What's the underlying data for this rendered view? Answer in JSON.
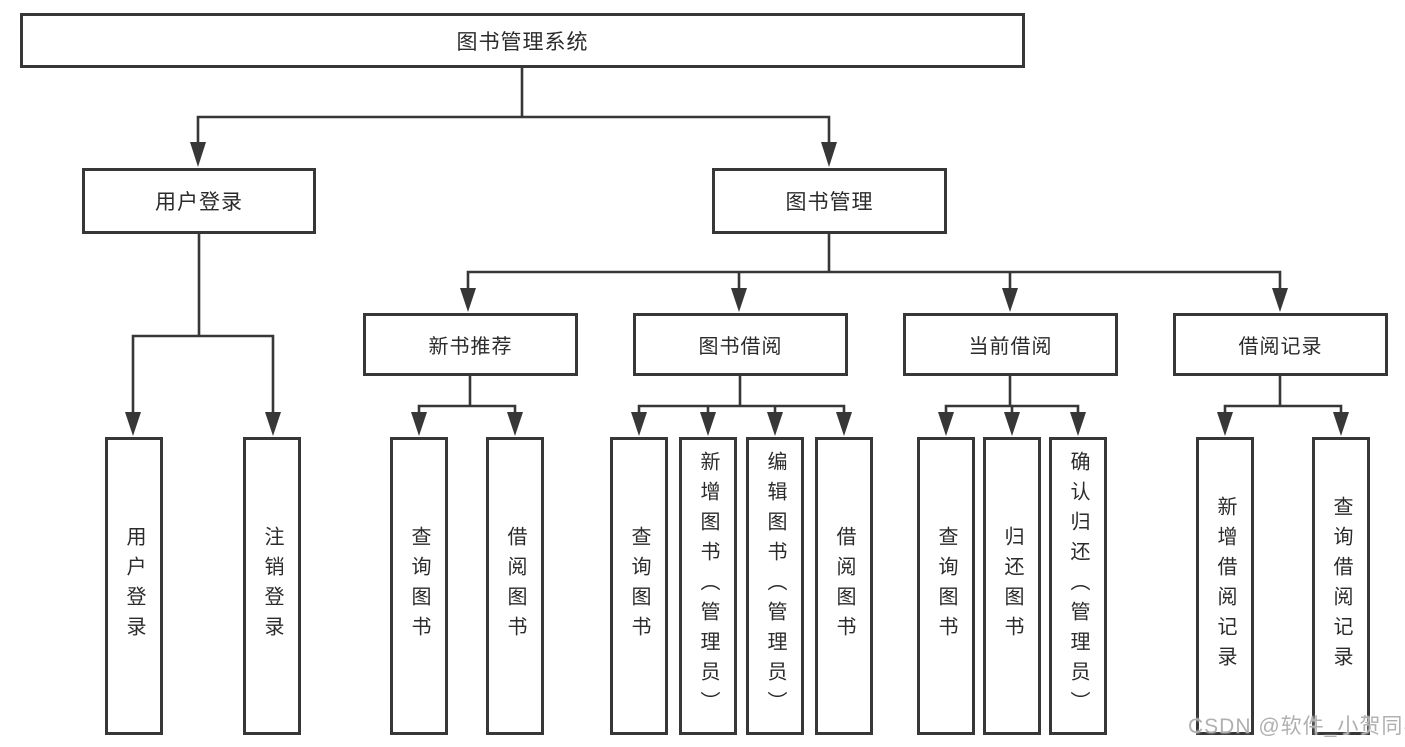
{
  "diagram": {
    "root": {
      "label": "图书管理系统"
    },
    "branches": [
      {
        "label": "用户登录",
        "children": [
          {
            "label": "用户登录"
          },
          {
            "label": "注销登录"
          }
        ]
      },
      {
        "label": "图书管理",
        "children": [
          {
            "label": "新书推荐",
            "children": [
              {
                "label": "查询图书"
              },
              {
                "label": "借阅图书"
              }
            ]
          },
          {
            "label": "图书借阅",
            "children": [
              {
                "label": "查询图书"
              },
              {
                "label": "新增图书（管理员）"
              },
              {
                "label": "编辑图书（管理员）"
              },
              {
                "label": "借阅图书"
              }
            ]
          },
          {
            "label": "当前借阅",
            "children": [
              {
                "label": "查询图书"
              },
              {
                "label": "归还图书"
              },
              {
                "label": "确认归还（管理员）"
              }
            ]
          },
          {
            "label": "借阅记录",
            "children": [
              {
                "label": "新增借阅记录"
              },
              {
                "label": "查询借阅记录"
              }
            ]
          }
        ]
      }
    ]
  },
  "watermark": {
    "text": "CSDN @软件_小贺同学"
  },
  "colors": {
    "line": "#373737",
    "text": "#2b2b2b",
    "watermark": "#b0b0b0",
    "background": "#ffffff"
  }
}
